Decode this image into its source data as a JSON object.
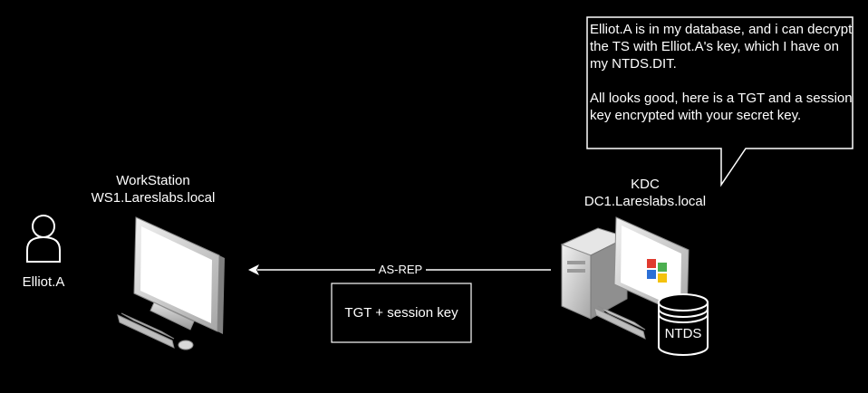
{
  "user": {
    "label": "Elliot.A"
  },
  "workstation": {
    "role": "WorkStation",
    "hostname": "WS1.Lareslabs.local"
  },
  "kdc": {
    "role": "KDC",
    "hostname": "DC1.Lareslabs.local"
  },
  "database": {
    "label": "NTDS"
  },
  "callout": {
    "paragraph1": "Elliot.A is in my database, and i can decrypt the TS with Elliot.A's key, which I have on my NTDS.DIT.",
    "paragraph2": "All looks good, here is a TGT and a session key encrypted with your secret key."
  },
  "message": {
    "edge_label": "AS-REP",
    "box_label": "TGT + session key"
  },
  "colors": {
    "background": "#000000",
    "foreground": "#ffffff",
    "monitor_frame": "#d9d9d9",
    "screen": "#ffffff",
    "windows_blue": "#2b6fd6"
  }
}
